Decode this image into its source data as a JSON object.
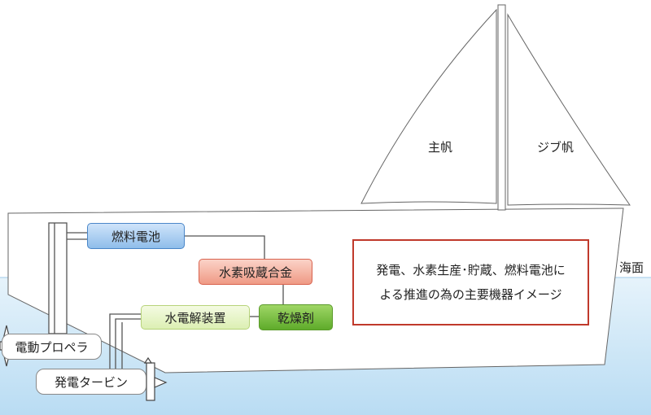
{
  "diagram": {
    "components": {
      "fuel_cell": "燃料電池",
      "hydrogen_alloy": "水素吸蔵合金",
      "electrolyzer": "水電解装置",
      "desiccant": "乾燥剤",
      "electric_propeller": "電動プロペラ",
      "turbine": "発電タービン"
    },
    "sails": {
      "main_sail": "主帆",
      "jib_sail": "ジブ帆"
    },
    "sea_level": "海面",
    "note": {
      "line1": "発電、水素生産･貯蔵、燃料電池に",
      "line2": "よる推進の為の主要機器イメージ"
    },
    "colors": {
      "sea": "#cfe7f7",
      "fuel_cell": "#8fbdea",
      "hydrogen_alloy": "#ef9a85",
      "electrolyzer": "#dcefb3",
      "desiccant": "#5eab2a",
      "note_border": "#c0392b"
    }
  }
}
